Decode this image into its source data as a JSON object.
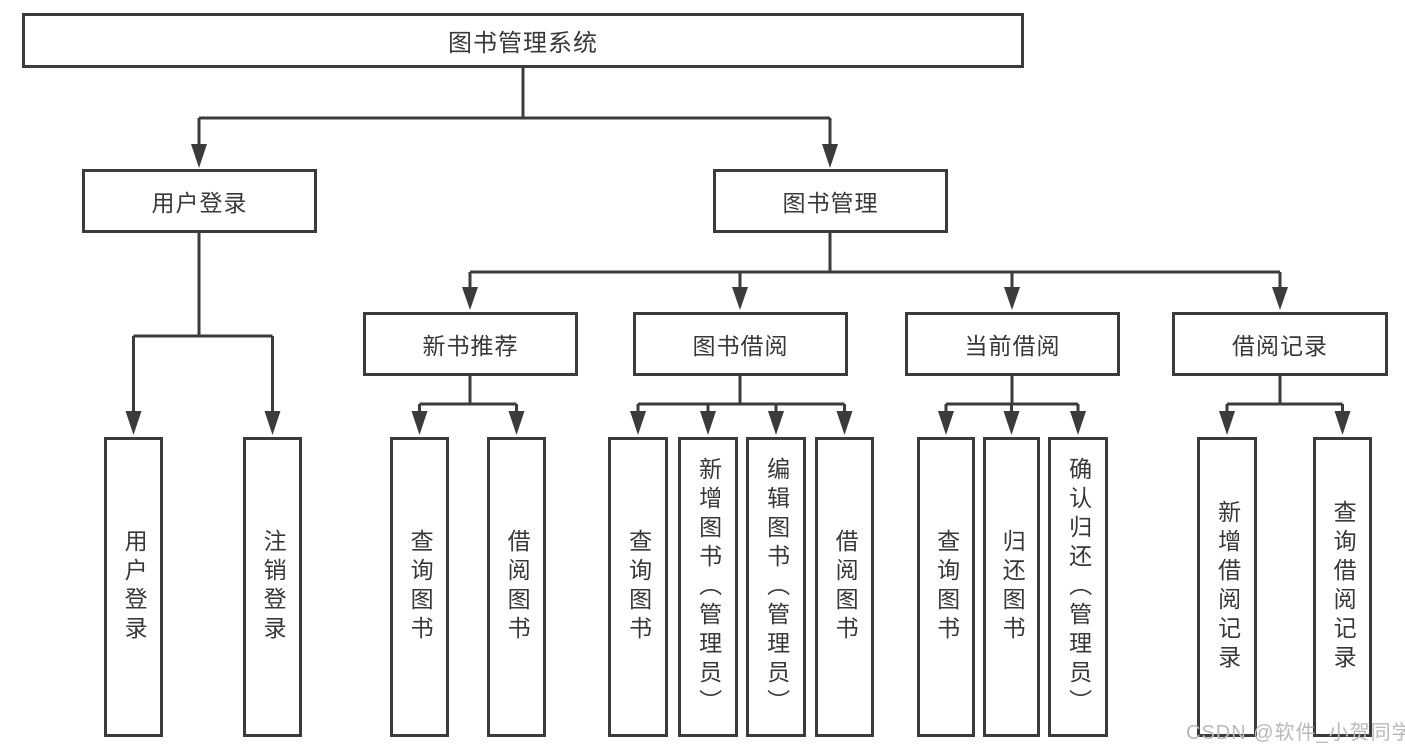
{
  "nodes": {
    "root": "图书管理系统",
    "user_login": {
      "label": "用户登录",
      "children": [
        "用户登录",
        "注销登录"
      ]
    },
    "book_mgmt": {
      "label": "图书管理"
    },
    "sections": [
      {
        "label": "新书推荐",
        "children": [
          "查询图书",
          "借阅图书"
        ]
      },
      {
        "label": "图书借阅",
        "children": [
          "查询图书",
          "新增图书（管理员）",
          "编辑图书（管理员）",
          "借阅图书"
        ]
      },
      {
        "label": "当前借阅",
        "children": [
          "查询图书",
          "归还图书",
          "确认归还（管理员）"
        ]
      },
      {
        "label": "借阅记录",
        "children": [
          "新增借阅记录",
          "查询借阅记录"
        ]
      }
    ]
  },
  "watermark": {
    "text": "CSDN @软件_小贺同学",
    "color": "#b9b9b9"
  },
  "colors": {
    "line": "#3b3b3b",
    "text": "#383838",
    "background": "#ffffff"
  }
}
